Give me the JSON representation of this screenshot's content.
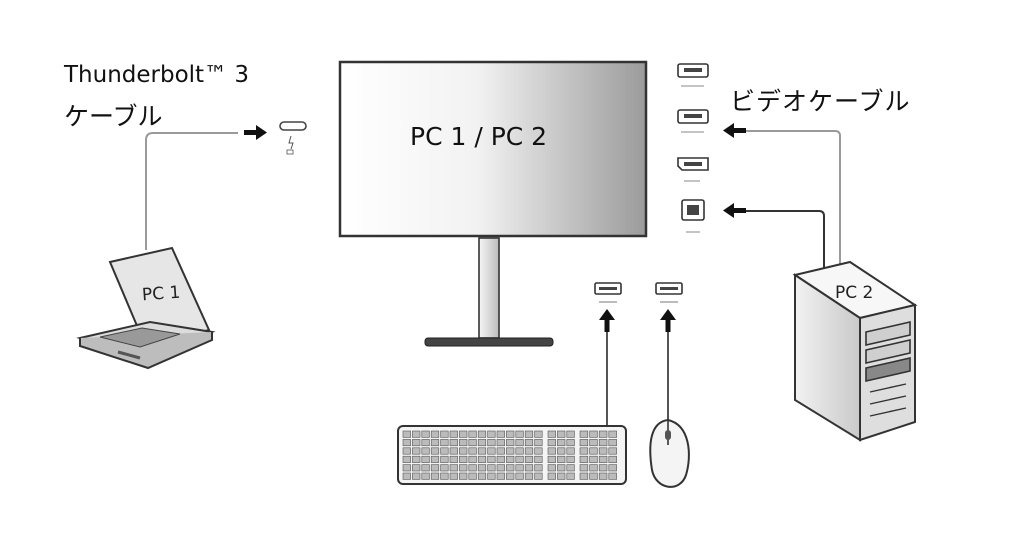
{
  "labels": {
    "thunderbolt_cable_line1": "Thunderbolt™ 3",
    "thunderbolt_cable_line2": "ケーブル",
    "video_cable": "ビデオケーブル",
    "monitor_screen": "PC 1 / PC 2",
    "laptop": "PC 1",
    "tower": "PC 2"
  },
  "colors": {
    "line": "#9a9a9a",
    "arrow": "#111111",
    "device_outline": "#333333",
    "device_fill": "#e8e8e8"
  },
  "icons": {
    "laptop": "laptop-icon",
    "tower": "desktop-tower-icon",
    "monitor": "monitor-icon",
    "keyboard": "keyboard-icon",
    "mouse": "mouse-icon",
    "ports": [
      "hdmi-port-icon",
      "hdmi-port-icon",
      "displayport-icon",
      "usb-b-port-icon",
      "usb-a-port-icon",
      "usb-a-port-icon",
      "thunderbolt-port-icon"
    ]
  }
}
